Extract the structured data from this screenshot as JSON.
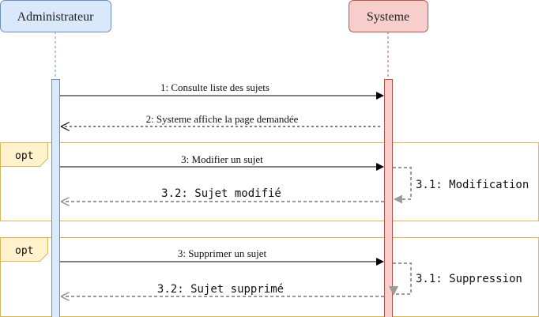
{
  "actors": {
    "left": "Administrateur",
    "right": "Systeme"
  },
  "messages": {
    "m1": "1: Consulte liste des sujets",
    "m2": "2: Systeme affiche la page demandée",
    "m3a": "3: Modifier un sujet",
    "m31a": "3.1: Modification",
    "m32a": "3.2: Sujet modifié",
    "m3b": "3: Supprimer un sujet",
    "m31b": "3.1: Suppression",
    "m32b": "3.2: Sujet supprimé"
  },
  "fragments": {
    "first": "opt",
    "second": "opt"
  },
  "colors": {
    "admin_fill": "#dae8fc",
    "admin_stroke": "#6c8ebf",
    "system_fill": "#f8cecc",
    "system_stroke": "#b85450",
    "fragment_stroke": "#d6b656",
    "fragment_label_fill": "#fff2cc",
    "return_gray": "#999999"
  }
}
